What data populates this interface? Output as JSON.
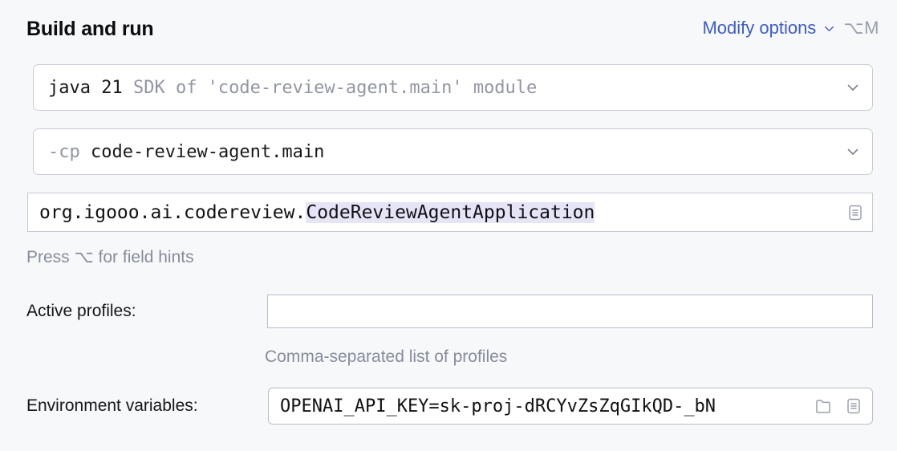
{
  "header": {
    "title": "Build and run",
    "modify_options_label": "Modify options",
    "modify_options_chevron": "chevron-down-icon",
    "shortcut": "⌥M"
  },
  "fields": {
    "sdk": {
      "name": "java 21",
      "description": "SDK of 'code-review-agent.main' module",
      "arrow": "chevron-down-icon"
    },
    "classpath": {
      "flag": "-cp",
      "value": "code-review-agent.main",
      "arrow": "chevron-down-icon"
    },
    "main_class": {
      "package_prefix": "org.igooo.ai.codereview.",
      "selected_text": "CodeReviewAgentApplication",
      "expand_icon": "list-document-icon"
    },
    "press_hint": "Press ⌥ for field hints",
    "active_profiles": {
      "label": "Active profiles:",
      "value": "",
      "placeholder": "",
      "hint": "Comma-separated list of profiles"
    },
    "environment_variables": {
      "label": "Environment variables:",
      "value": "OPENAI_API_KEY=sk-proj-dRCYvZsZqGIkQD-_bN",
      "browse_icon": "folder-icon",
      "expand_icon": "list-document-icon",
      "hint": ""
    }
  },
  "colors": {
    "background": "#f7f8fa",
    "link": "#3c5ccc",
    "selection": "#e6e4f7",
    "muted_text": "#868c9b",
    "border": "#c9ccd6"
  }
}
